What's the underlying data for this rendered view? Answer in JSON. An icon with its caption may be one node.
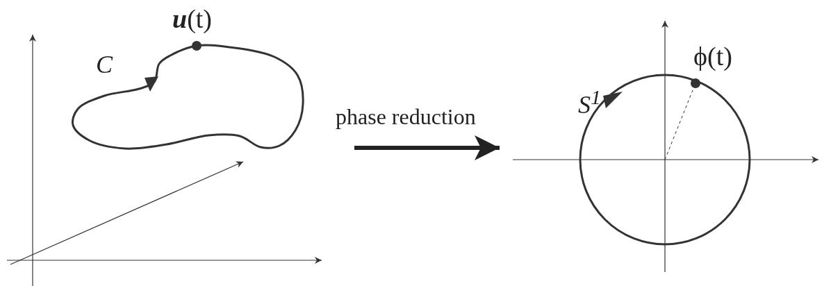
{
  "diagram": {
    "nodes": [
      {
        "text": [],
        "shape": "picture"
      },
      {
        "text": [],
        "shape": "picture"
      }
    ],
    "edges": [
      {
        "from": 0,
        "to": 1,
        "arrow": "to",
        "label": "phase reduction"
      }
    ],
    "labels": [
      "**u**(t)",
      "C",
      "ϕ(t)",
      "S$^{1}$"
    ]
  }
}
